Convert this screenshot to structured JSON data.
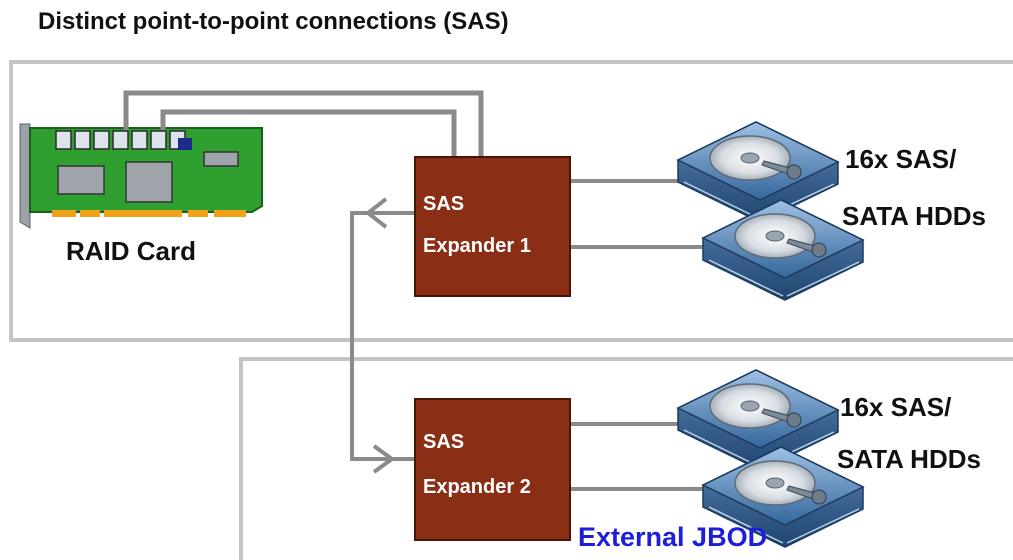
{
  "title": "Distinct point-to-point connections (SAS)",
  "raid_card": {
    "label": "RAID Card"
  },
  "expander1": {
    "line1": "SAS",
    "line2": "Expander 1"
  },
  "expander2": {
    "line1": "SAS",
    "line2": "Expander 2"
  },
  "hdd_group_top": {
    "line1": "16x SAS/",
    "line2": "SATA HDDs"
  },
  "hdd_group_bottom": {
    "line1": "16x SAS/",
    "line2": "SATA HDDs"
  },
  "external_label": "External JBOD",
  "colors": {
    "expander_fill": "#8b2e16",
    "wire": "#8a8a8a",
    "enclosure_border": "#c4c4c4",
    "pcb_green": "#2fa02f",
    "jbod_text": "#1d1ddc"
  }
}
